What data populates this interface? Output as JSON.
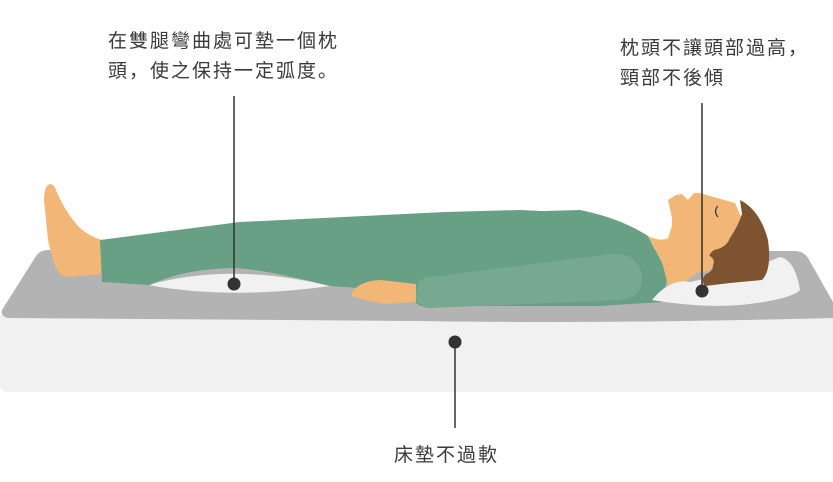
{
  "annotations": {
    "knee_pillow": "在雙腿彎曲處可墊一個枕\n頭，使之保持一定弧度。",
    "head_pillow": "枕頭不讓頭部過高，\n頸部不後傾",
    "mattress": "床墊不過軟"
  },
  "colors": {
    "mattress_top": "#b3b3b3",
    "mattress_side": "#f1f1f1",
    "pillow": "#f1f1f1",
    "clothing": "#67a085",
    "clothing_arm": "#77a990",
    "skin": "#f2b776",
    "hair": "#7d5330",
    "leader_line": "#333333",
    "text": "#3a3a3a"
  }
}
